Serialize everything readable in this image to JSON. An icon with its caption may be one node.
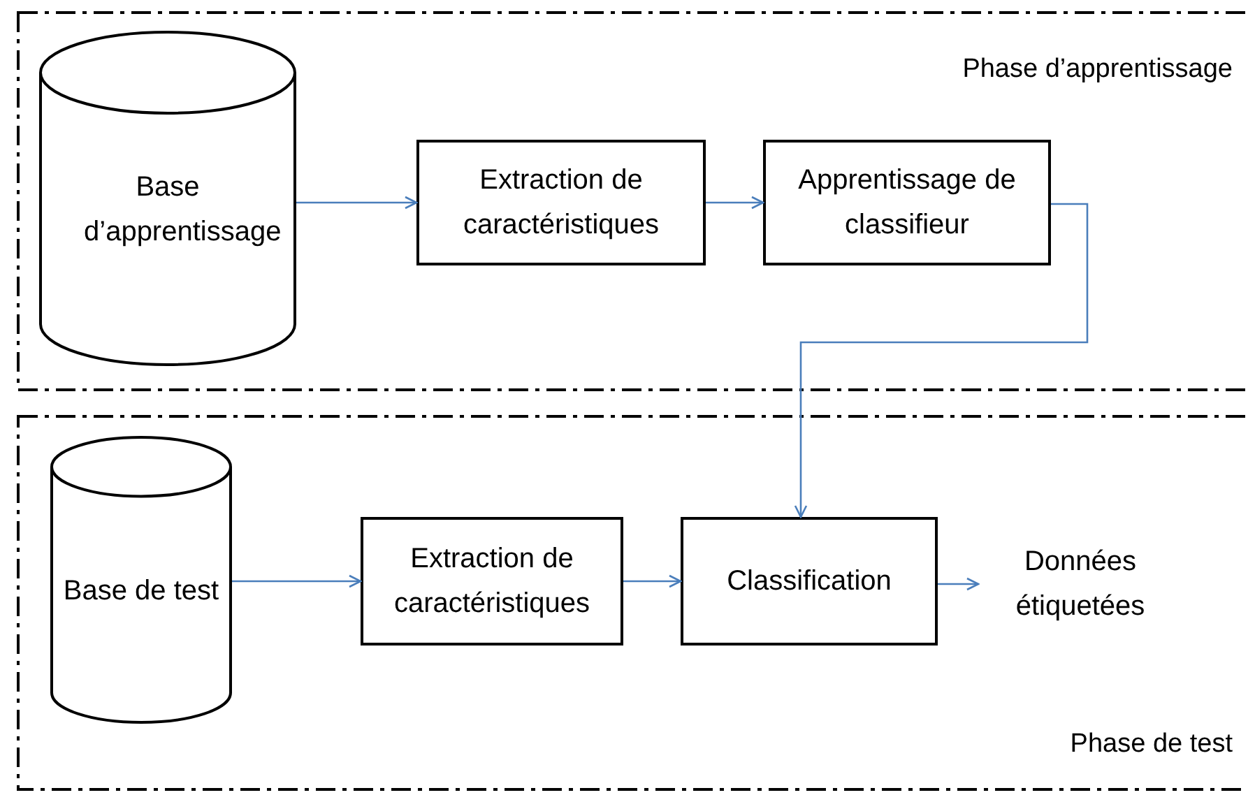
{
  "diagram": {
    "nodes": [
      {
        "text": [
          "Phase d’apprentissage"
        ]
      },
      {
        "text": [
          "Base d’apprentissage"
        ],
        "in": 0
      },
      {
        "text": [
          "Extraction de caractéristiques"
        ],
        "in": 0
      },
      {
        "text": [
          "Apprentissage de classifieur"
        ],
        "in": 0
      },
      {
        "text": [
          "Phase de test"
        ]
      },
      {
        "text": [
          "Base de test"
        ],
        "in": 4
      },
      {
        "text": [
          "Extraction de caractéristiques"
        ],
        "in": 4
      },
      {
        "text": [
          "Classification"
        ],
        "in": 4
      },
      {
        "text": [
          "Données étiquetées"
        ],
        "in": 4
      }
    ],
    "edges": [
      {
        "from": 1,
        "to": 2,
        "arrow": "to"
      },
      {
        "from": 2,
        "to": 3,
        "arrow": "to"
      },
      {
        "from": 3,
        "to": 7,
        "arrow": "to"
      },
      {
        "from": 5,
        "to": 6,
        "arrow": "to"
      },
      {
        "from": 6,
        "to": 7,
        "arrow": "to"
      },
      {
        "from": 7,
        "to": 8,
        "arrow": "to"
      }
    ]
  }
}
